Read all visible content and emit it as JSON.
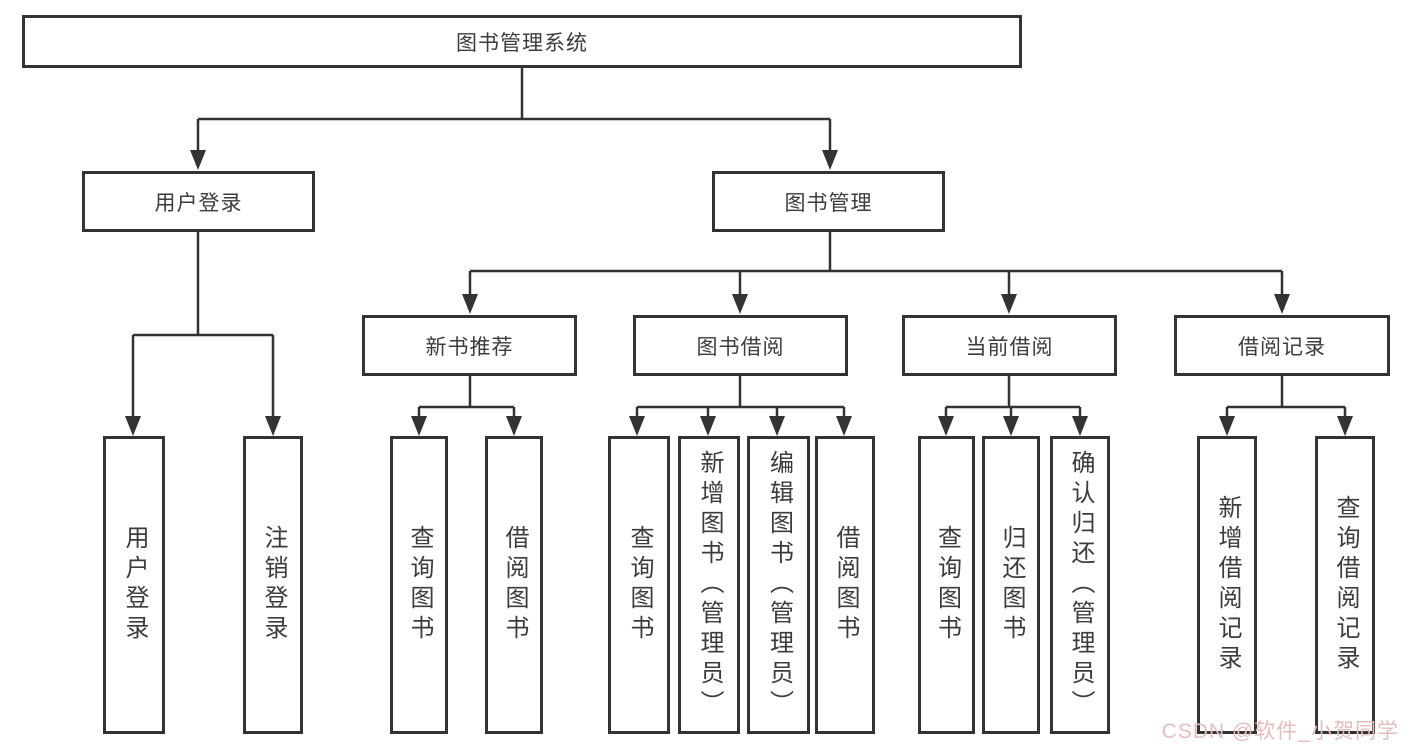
{
  "diagram": {
    "root": {
      "label": "图书管理系统"
    },
    "branches": [
      {
        "label": "用户登录",
        "children": [
          {
            "label": "用户登录"
          },
          {
            "label": "注销登录"
          }
        ]
      },
      {
        "label": "图书管理",
        "children": [
          {
            "label": "新书推荐",
            "children": [
              {
                "label": "查询图书"
              },
              {
                "label": "借阅图书"
              }
            ]
          },
          {
            "label": "图书借阅",
            "children": [
              {
                "label": "查询图书"
              },
              {
                "label": "新增图书（管理员）"
              },
              {
                "label": "编辑图书（管理员）"
              },
              {
                "label": "借阅图书"
              }
            ]
          },
          {
            "label": "当前借阅",
            "children": [
              {
                "label": "查询图书"
              },
              {
                "label": "归还图书"
              },
              {
                "label": "确认归还（管理员）"
              }
            ]
          },
          {
            "label": "借阅记录",
            "children": [
              {
                "label": "新增借阅记录"
              },
              {
                "label": "查询借阅记录"
              }
            ]
          }
        ]
      }
    ]
  },
  "watermark": {
    "text": "CSDN @软件_小贺同学"
  },
  "colors": {
    "line": "#333333",
    "text": "#3c3c3c",
    "watermark": "#e7bcbc",
    "background": "#ffffff"
  }
}
